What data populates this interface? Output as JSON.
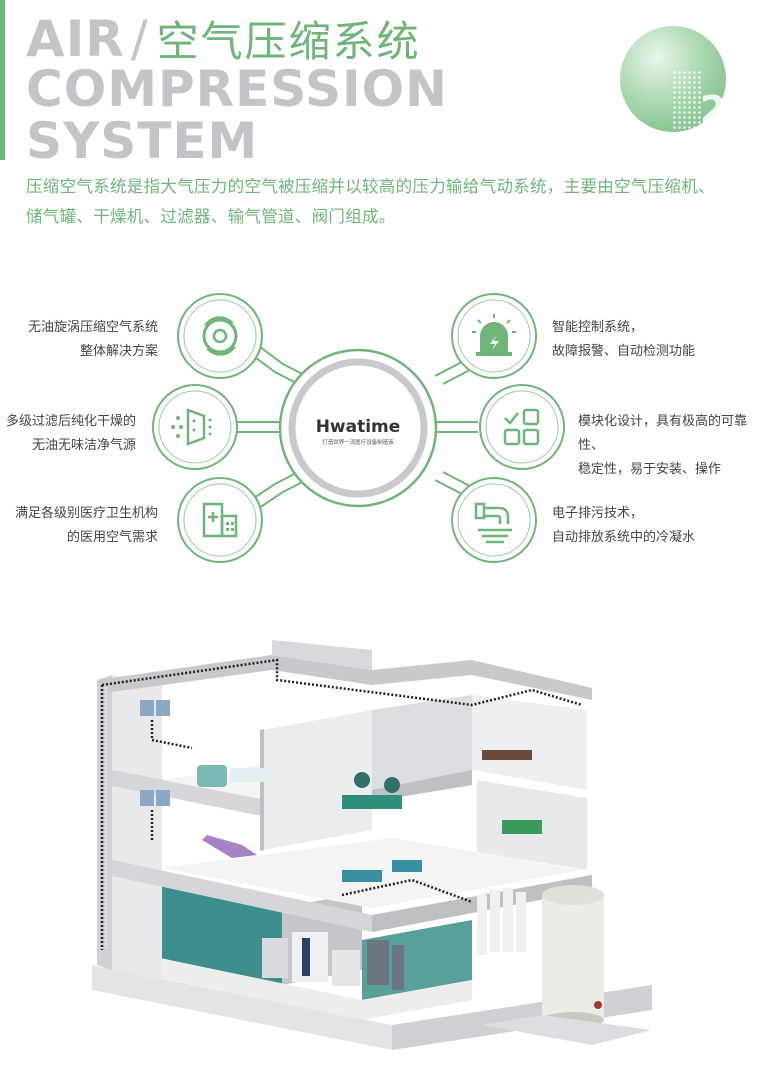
{
  "title": {
    "line1_en": "AIR",
    "line1_cn": "空气压缩系统",
    "line2": "COMPRESSION",
    "line3": "SYSTEM"
  },
  "page_number": "2",
  "intro": "压缩空气系统是指大气压力的空气被压缩并以较高的压力输给气动系统，主要由空气压缩机、储气罐、干燥机、过滤器、输气管道、阀门组成。",
  "brand": {
    "name": "Hwatime",
    "slogan": "打造世界一流医疗设备制造商"
  },
  "features": {
    "left": [
      {
        "line1": "无油旋涡压缩空气系统",
        "line2": "整体解决方案",
        "icon": "scroll-compressor-icon"
      },
      {
        "line1": "多级过滤后纯化干燥的",
        "line2": "无油无味洁净气源",
        "icon": "filter-icon"
      },
      {
        "line1": "满足各级别医疗卫生机构",
        "line2": "的医用空气需求",
        "icon": "hospital-icon"
      }
    ],
    "right": [
      {
        "line1": "智能控制系统，",
        "line2": "故障报警、自动检测功能",
        "icon": "alarm-icon"
      },
      {
        "line1": "模块化设计，具有极高的可靠性、",
        "line2": "稳定性，易于安装、操作",
        "icon": "modules-icon"
      },
      {
        "line1": "电子排污技术，",
        "line2": "自动排放系统中的冷凝水",
        "icon": "drain-icon"
      }
    ]
  },
  "colors": {
    "accent": "#6fb57a",
    "title_gray": "#c3c4c7",
    "text": "#444444",
    "teal": "#3c8f8c"
  }
}
